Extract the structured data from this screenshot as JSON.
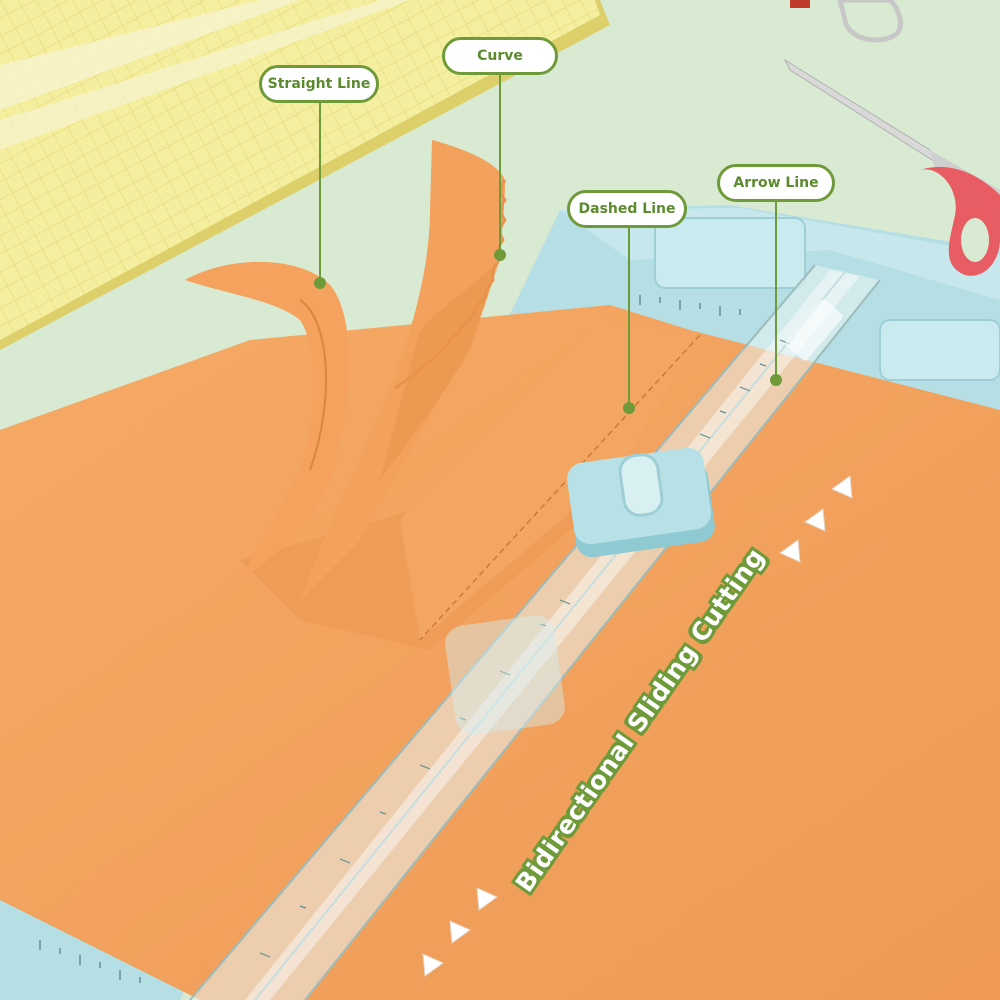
{
  "labels": {
    "straight": "Straight Line",
    "curve": "Curve",
    "dashed": "Dashed Line",
    "arrow": "Arrow Line"
  },
  "slogan": "Bidirectional Sliding Cutting",
  "colors": {
    "background": "#d7e8cf",
    "paper": "#f2a35e",
    "board": "#b3dde3",
    "pad": "#f4eea0",
    "accent": "#6f9a3a"
  }
}
